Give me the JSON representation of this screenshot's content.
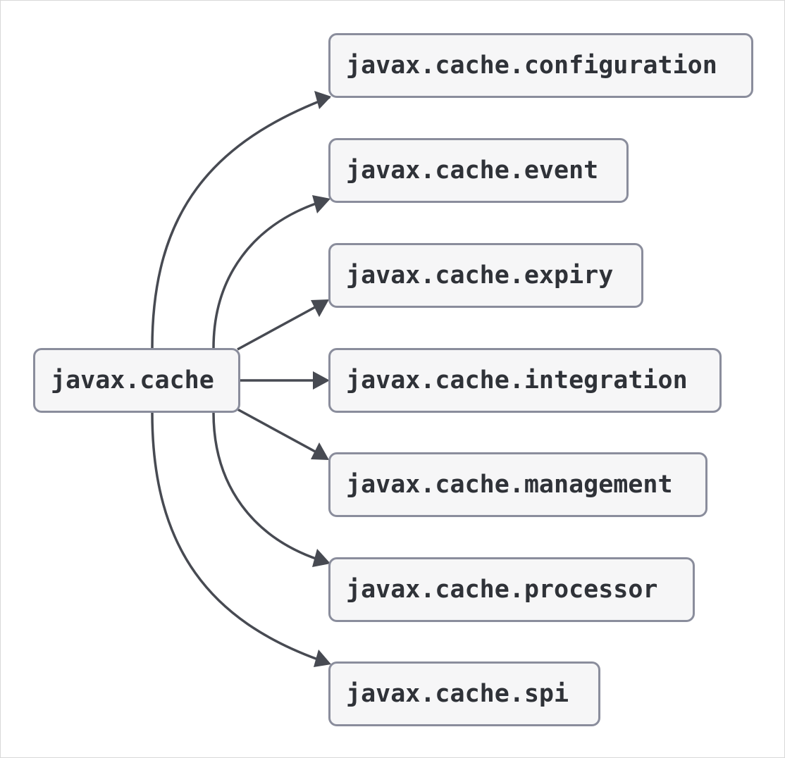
{
  "diagram": {
    "root": {
      "label": "javax.cache"
    },
    "children": [
      {
        "label": "javax.cache.configuration"
      },
      {
        "label": "javax.cache.event"
      },
      {
        "label": "javax.cache.expiry"
      },
      {
        "label": "javax.cache.integration"
      },
      {
        "label": "javax.cache.management"
      },
      {
        "label": "javax.cache.processor"
      },
      {
        "label": "javax.cache.spi"
      }
    ],
    "colors": {
      "edge": "#474a52",
      "node_border": "#8a8d9c",
      "node_fill": "#f6f6f7",
      "text": "#2f3238"
    }
  }
}
